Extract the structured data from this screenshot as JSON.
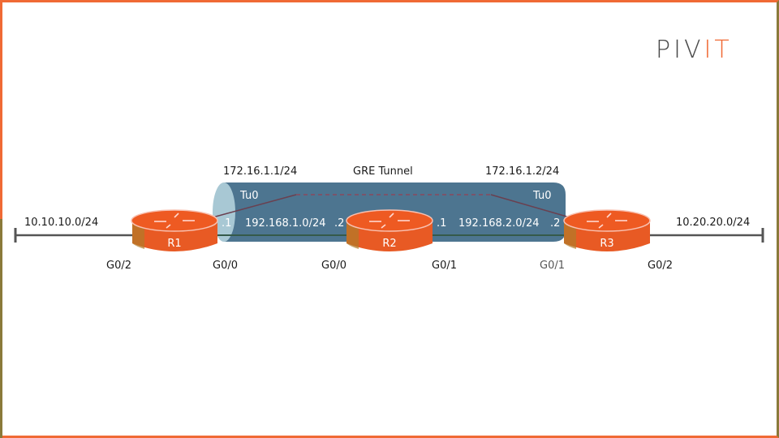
{
  "logo": {
    "left": "PIV",
    "right": "IT",
    "full": "PIVIT"
  },
  "diagram": {
    "title": "GRE Tunnel",
    "tunnel_label": "GRE Tunnel",
    "colors": {
      "accent": "#f06a35",
      "router_body": "#e85a24",
      "router_side": "#b8642a",
      "tunnel_body": "#4d7590",
      "tunnel_end": "#a8c8d4",
      "line": "#555555",
      "dashed": "#7a4a5a"
    },
    "networks": {
      "left_lan": "10.10.10.0/24",
      "right_lan": "10.20.20.0/24",
      "link1": "192.168.1.0/24",
      "link2": "192.168.2.0/24"
    },
    "tunnel_endpoints": {
      "left_ip": "172.16.1.1/24",
      "right_ip": "172.16.1.2/24",
      "left_if": "Tu0",
      "right_if": "Tu0"
    },
    "host_octets": {
      "r1_link1": ".1",
      "r2_link1": ".2",
      "r2_link2": ".1",
      "r3_link2": ".2"
    },
    "routers": [
      {
        "name": "R1",
        "left_if": "G0/2",
        "right_if": "G0/0"
      },
      {
        "name": "R2",
        "left_if": "G0/0",
        "right_if": "G0/1"
      },
      {
        "name": "R3",
        "left_if": "G0/1",
        "right_if": "G0/2"
      }
    ]
  }
}
